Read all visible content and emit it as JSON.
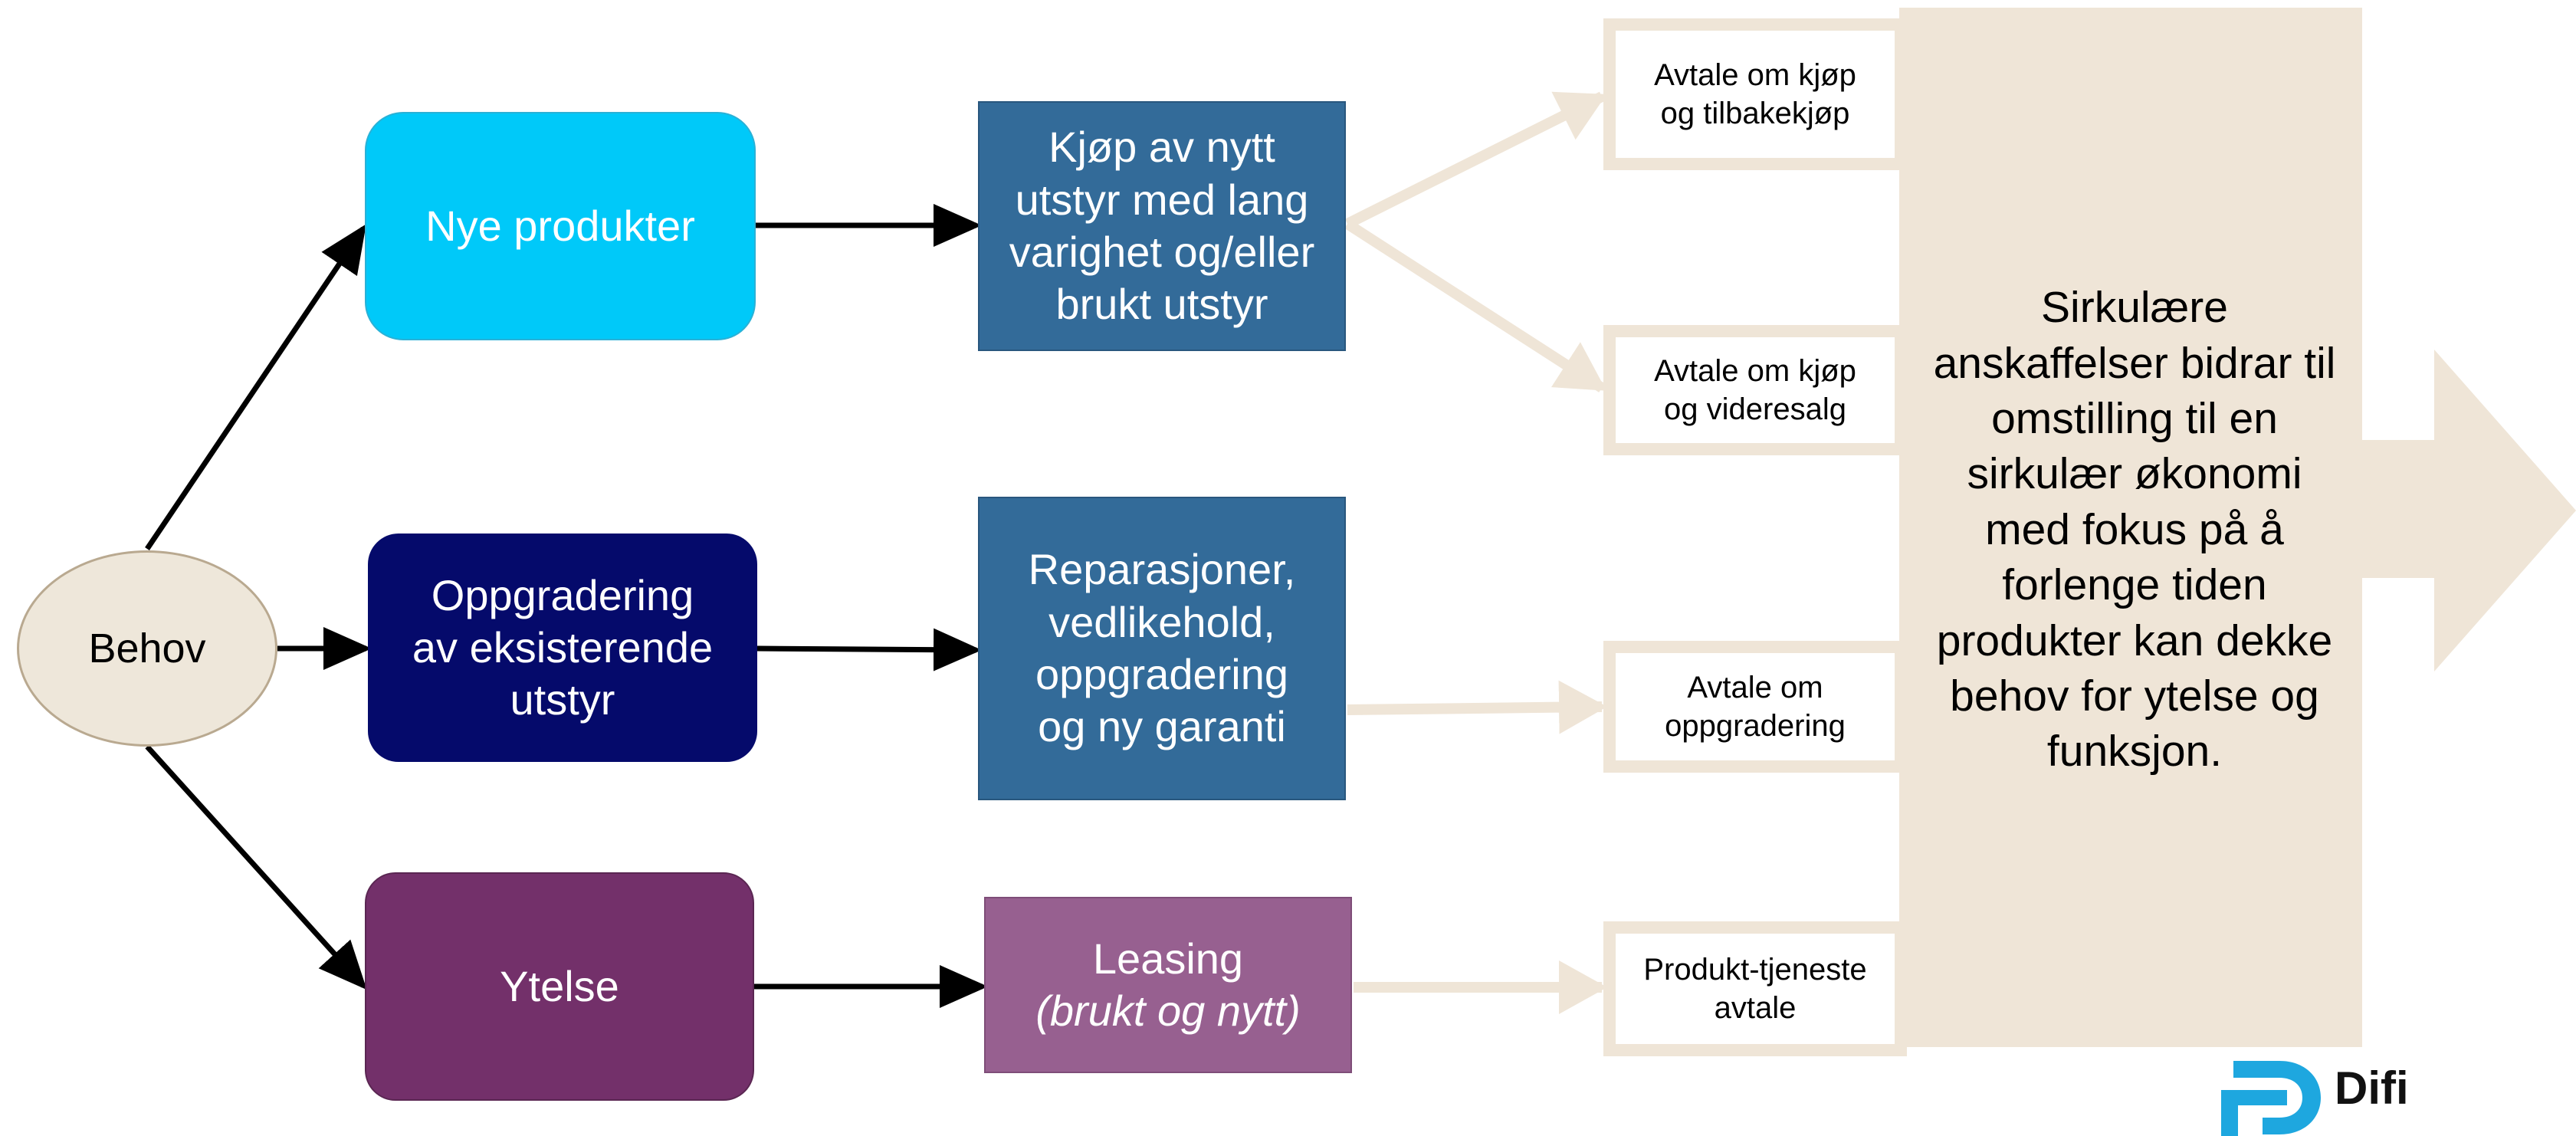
{
  "start": {
    "label": "Behov"
  },
  "needs": {
    "new_products": "Nye produkter",
    "upgrade": [
      "Oppgradering",
      "av eksisterende",
      "utstyr"
    ],
    "performance": "Ytelse"
  },
  "actions": {
    "purchase": [
      "Kjøp av nytt",
      "utstyr med lang",
      "varighet og/eller",
      "brukt utstyr"
    ],
    "repair": [
      "Reparasjoner,",
      "vedlikehold,",
      "oppgradering",
      "og ny garanti"
    ],
    "leasing": {
      "title": "Leasing",
      "subtitle": "(brukt og nytt)"
    }
  },
  "agreements": {
    "buyback": [
      "Avtale om kjøp",
      "og tilbakekjøp"
    ],
    "resale": [
      "Avtale om kjøp",
      "og videresalg"
    ],
    "upgrade": [
      "Avtale om",
      "oppgradering"
    ],
    "product_service": [
      "Produkt-tjeneste",
      "avtale"
    ]
  },
  "outcome": {
    "lines": [
      "Sirkulære",
      "anskaffelser bidrar til",
      "omstilling til en",
      "sirkulær økonomi",
      "med fokus på å",
      "forlenge tiden",
      "produkter kan dekke",
      "behov for ytelse og",
      "funksjon."
    ]
  },
  "logo": {
    "text": "Difi",
    "color": "#1ea7df"
  },
  "colors": {
    "light_blue": "#00c9f9",
    "navy": "#050a6b",
    "purple": "#73306a",
    "steel_blue": "#336b99",
    "mauve": "#976090",
    "beige": "#efe5d7",
    "ellipse": "#eee7da"
  }
}
